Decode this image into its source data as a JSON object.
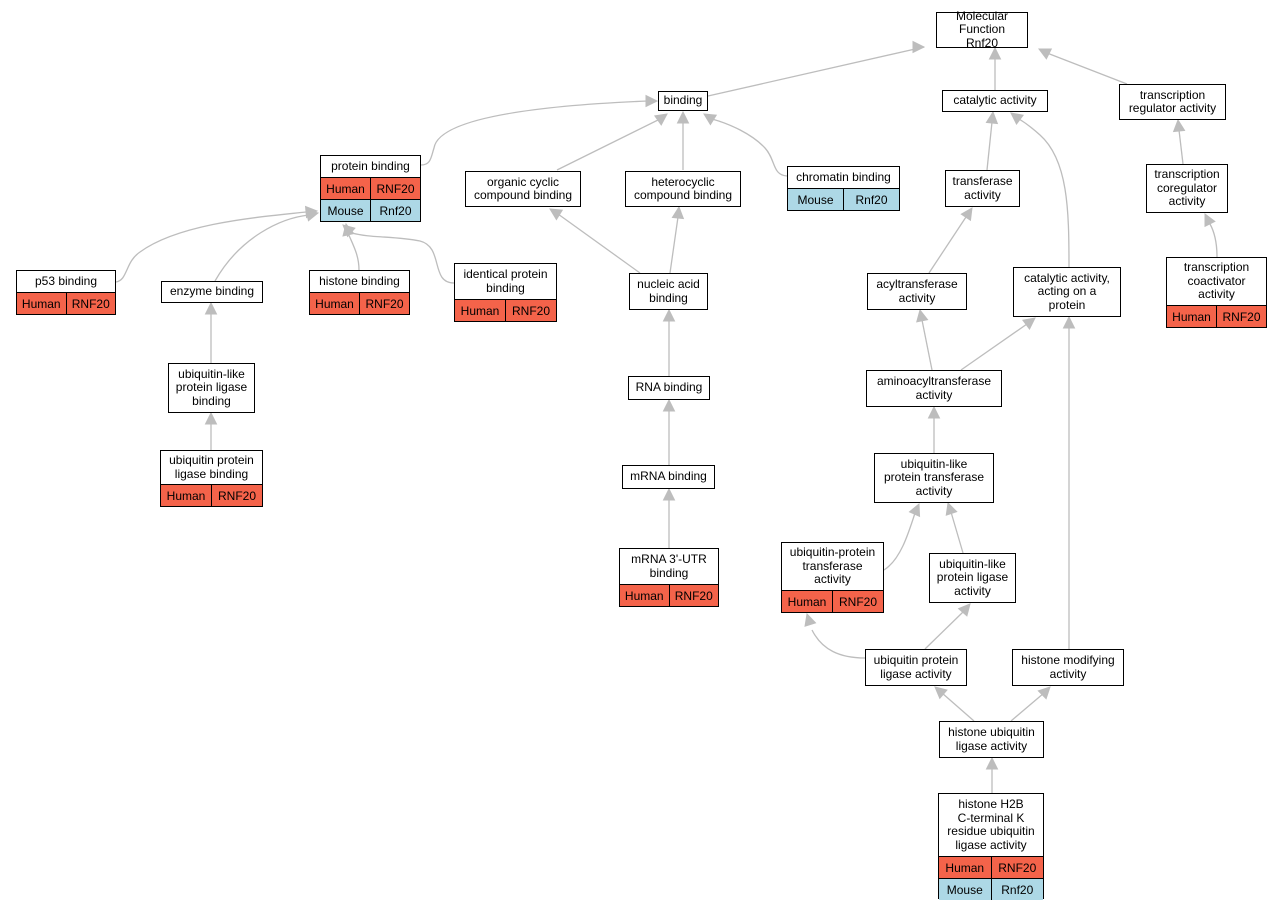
{
  "colors": {
    "human": "#f4634a",
    "mouse": "#add8e6",
    "edge": "#bdbdbd",
    "border": "#000000"
  },
  "nodes": {
    "mf": {
      "label": "Molecular Function\nRnf20"
    },
    "binding": {
      "label": "binding"
    },
    "catalytic": {
      "label": "catalytic activity"
    },
    "treg": {
      "label": "transcription\nregulator activity"
    },
    "protbind": {
      "label": "protein binding",
      "rows": [
        {
          "species": "Human",
          "gene": "RNF20"
        },
        {
          "species": "Mouse",
          "gene": "Rnf20"
        }
      ]
    },
    "organic": {
      "label": "organic cyclic\ncompound binding"
    },
    "hetero": {
      "label": "heterocyclic\ncompound binding"
    },
    "chromatin": {
      "label": "chromatin binding",
      "rows": [
        {
          "species": "Mouse",
          "gene": "Rnf20"
        }
      ]
    },
    "transferase": {
      "label": "transferase\nactivity"
    },
    "tcoreg": {
      "label": "transcription\ncoregulator\nactivity"
    },
    "p53": {
      "label": "p53 binding",
      "rows": [
        {
          "species": "Human",
          "gene": "RNF20"
        }
      ]
    },
    "enzyme": {
      "label": "enzyme binding"
    },
    "histone": {
      "label": "histone binding",
      "rows": [
        {
          "species": "Human",
          "gene": "RNF20"
        }
      ]
    },
    "identical": {
      "label": "identical protein\nbinding",
      "rows": [
        {
          "species": "Human",
          "gene": "RNF20"
        }
      ]
    },
    "nucleic": {
      "label": "nucleic acid\nbinding"
    },
    "acyl": {
      "label": "acyltransferase\nactivity"
    },
    "catprot": {
      "label": "catalytic activity,\nacting on a\nprotein"
    },
    "tcoact": {
      "label": "transcription\ncoactivator\nactivity",
      "rows": [
        {
          "species": "Human",
          "gene": "RNF20"
        }
      ]
    },
    "ublbind": {
      "label": "ubiquitin-like\nprotein ligase\nbinding"
    },
    "rna": {
      "label": "RNA binding"
    },
    "aminoacyl": {
      "label": "aminoacyltransferase\nactivity"
    },
    "ubpligbind": {
      "label": "ubiquitin protein\nligase binding",
      "rows": [
        {
          "species": "Human",
          "gene": "RNF20"
        }
      ]
    },
    "ubltrans": {
      "label": "ubiquitin-like\nprotein transferase\nactivity"
    },
    "mrna": {
      "label": "mRNA binding"
    },
    "utr": {
      "label": "mRNA 3'-UTR\nbinding",
      "rows": [
        {
          "species": "Human",
          "gene": "RNF20"
        }
      ]
    },
    "ubptrans": {
      "label": "ubiquitin-protein\ntransferase\nactivity",
      "rows": [
        {
          "species": "Human",
          "gene": "RNF20"
        }
      ]
    },
    "ublig": {
      "label": "ubiquitin-like\nprotein ligase\nactivity"
    },
    "ubplig": {
      "label": "ubiquitin protein\nligase activity"
    },
    "hmod": {
      "label": "histone modifying\nactivity"
    },
    "hublig": {
      "label": "histone ubiquitin\nligase activity"
    },
    "h2b": {
      "label": "histone H2B\nC-terminal K\nresidue ubiquitin\nligase activity",
      "rows": [
        {
          "species": "Human",
          "gene": "RNF20"
        },
        {
          "species": "Mouse",
          "gene": "Rnf20"
        }
      ]
    }
  }
}
